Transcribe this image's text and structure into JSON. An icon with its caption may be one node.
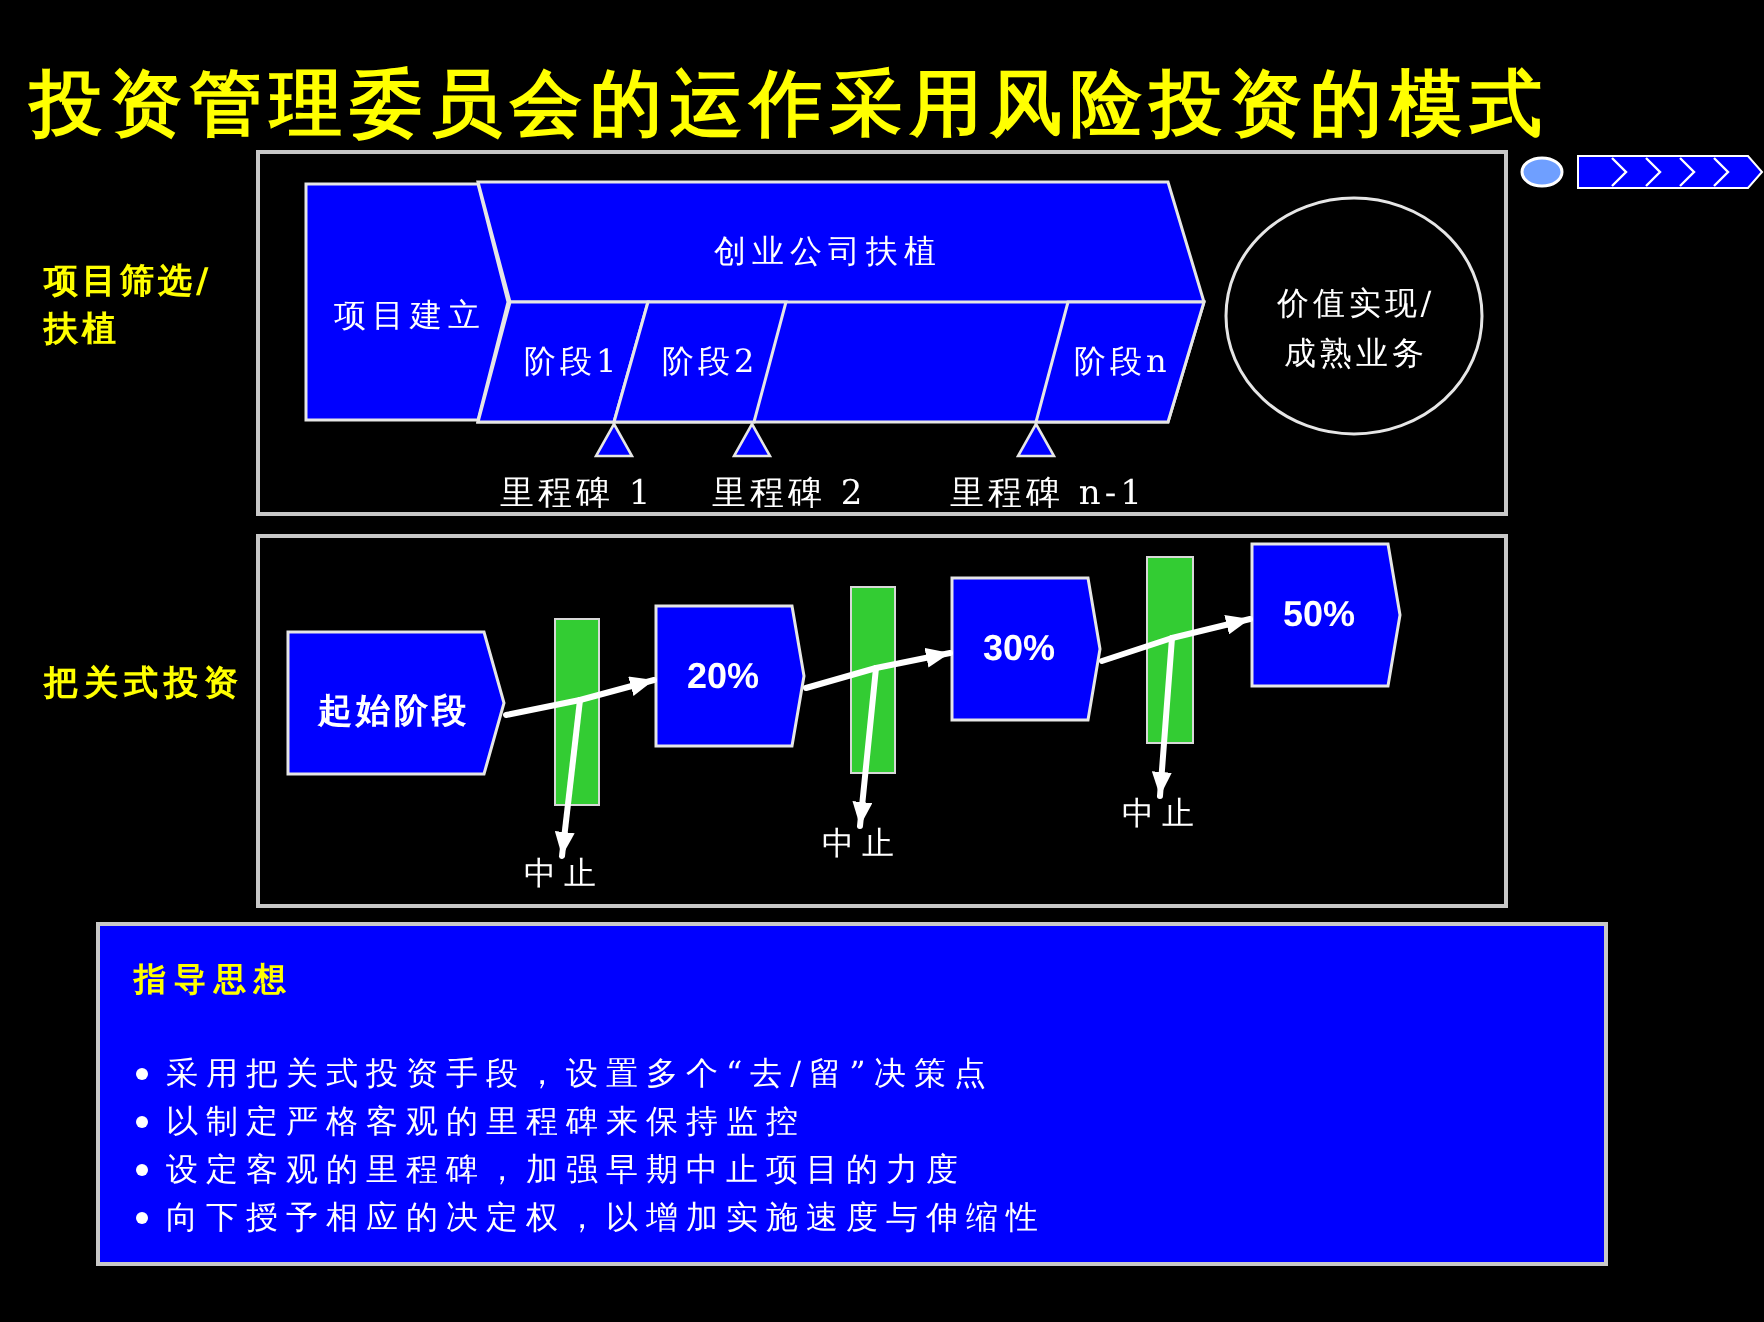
{
  "diagram": {
    "title": "投资管理委员会的运作采用风险投资的模式",
    "nodes": [
      {
        "text": [],
        "shape": "box"
      },
      {
        "text": [
          "项目建立"
        ],
        "in": 0
      },
      {
        "text": [
          "创业公司扶植"
        ],
        "in": 0
      },
      {
        "text": [
          "阶段1"
        ],
        "in": 2
      },
      {
        "text": [
          "阶段2"
        ],
        "in": 2
      },
      {
        "text": [
          "阶段n"
        ],
        "in": 2
      },
      {
        "text": [
          "价值实现/成熟业务"
        ],
        "in": 0
      },
      {
        "text": [],
        "shape": "box"
      },
      {
        "text": [
          "起始阶段"
        ],
        "in": 7
      },
      {
        "text": [],
        "shape": "bar",
        "in": 7
      },
      {
        "text": [
          "20%"
        ],
        "in": 7
      },
      {
        "text": [],
        "shape": "bar",
        "in": 7
      },
      {
        "text": [
          "30%"
        ],
        "in": 7
      },
      {
        "text": [],
        "shape": "bar",
        "in": 7
      },
      {
        "text": [
          "50%"
        ],
        "in": 7
      },
      {
        "text": [
          "中止"
        ],
        "in": 7
      },
      {
        "text": [
          "中止"
        ],
        "in": 7
      },
      {
        "text": [
          "中止"
        ],
        "in": 7
      },
      {
        "text": [
          "指导思想",
          "采用把关式投资手段，设置多个“去/留”决策点",
          "以制定严格客观的里程碑来保持监控",
          "设定客观的里程碑，加强早期中止项目的力度",
          "向下授予相应的决定权，以增加实施速度与伸缩性"
        ]
      }
    ],
    "edges": [
      {
        "from": 8,
        "to": 9,
        "arrow": "none"
      },
      {
        "from": 9,
        "to": 10,
        "arrow": "to"
      },
      {
        "from": 9,
        "to": 15,
        "arrow": "to"
      },
      {
        "from": 10,
        "to": 11,
        "arrow": "none"
      },
      {
        "from": 11,
        "to": 12,
        "arrow": "to"
      },
      {
        "from": 11,
        "to": 16,
        "arrow": "to"
      },
      {
        "from": 12,
        "to": 13,
        "arrow": "none"
      },
      {
        "from": 13,
        "to": 14,
        "arrow": "to"
      },
      {
        "from": 13,
        "to": 17,
        "arrow": "to"
      }
    ],
    "labels": [
      "项目筛选/扶植",
      "里程碑 1",
      "里程碑 2",
      "里程碑 n-1",
      "把关式投资"
    ]
  }
}
